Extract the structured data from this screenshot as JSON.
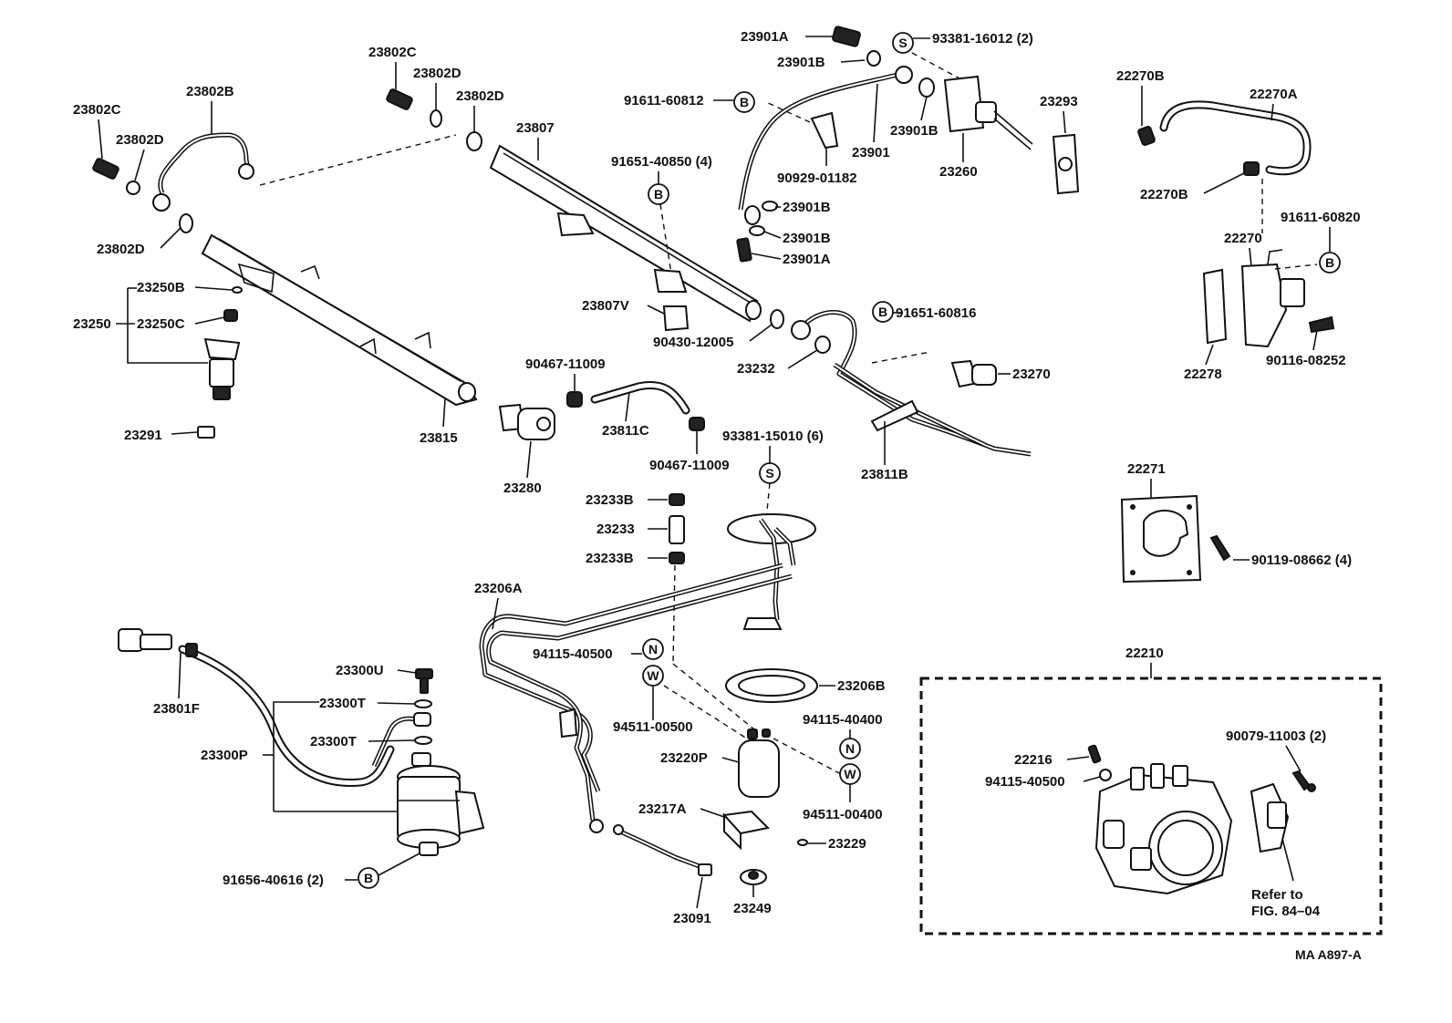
{
  "parts": {
    "p23802C_a": "23802C",
    "p23802D_a": "23802D",
    "p23802B": "23802B",
    "p23802D_b": "23802D",
    "p23802C_b": "23802C",
    "p23802D_c": "23802D",
    "p23802D_d": "23802D",
    "p23807": "23807",
    "p23250B": "23250B",
    "p23250": "23250",
    "p23250C": "23250C",
    "p23291": "23291",
    "p23815": "23815",
    "p23901A_a": "23901A",
    "p93381_16012": "93381-16012 (2)",
    "p23901B_a": "23901B",
    "p91611_60812": "91611-60812",
    "p23901": "23901",
    "p23901B_b": "23901B",
    "p23260": "23260",
    "p23293": "23293",
    "p91651_40850": "91651-40850 (4)",
    "p90929_01182": "90929-01182",
    "p23901B_c": "23901B",
    "p23901B_d": "23901B",
    "p23901A_b": "23901A",
    "p22270B_a": "22270B",
    "p22270A": "22270A",
    "p22270B_b": "22270B",
    "p91611_60820": "91611-60820",
    "p22270": "22270",
    "p22278": "22278",
    "p90116_08252": "90116-08252",
    "p23807V": "23807V",
    "p90430_12005": "90430-12005",
    "p91651_60816": "91651-60816",
    "p23232": "23232",
    "p23270": "23270",
    "p90467_11009_a": "90467-11009",
    "p23811C": "23811C",
    "p90467_11009_b": "90467-11009",
    "p23280": "23280",
    "p93381_15010": "93381-15010 (6)",
    "p23811B": "23811B",
    "p22271": "22271",
    "p90119_08662": "90119-08662 (4)",
    "p23233B_a": "23233B",
    "p23233": "23233",
    "p23233B_b": "23233B",
    "p23206A": "23206A",
    "p94115_40500_a": "94115-40500",
    "p23206B": "23206B",
    "p94511_00500": "94511-00500",
    "p94115_40400": "94115-40400",
    "p23220P": "23220P",
    "p94511_00400": "94511-00400",
    "p23217A": "23217A",
    "p23229": "23229",
    "p23249": "23249",
    "p23091": "23091",
    "p23300U": "23300U",
    "p23300T_a": "23300T",
    "p23300T_b": "23300T",
    "p23300P": "23300P",
    "p23801F": "23801F",
    "p91656_40616": "91656-40616 (2)",
    "p22210": "22210",
    "p22216": "22216",
    "p94115_40500_b": "94115-40500",
    "p90079_11003": "90079-11003 (2)",
    "refer1": "Refer to",
    "refer2": "FIG. 84–04",
    "diagram_id": "MA A897-A"
  },
  "markers": {
    "B": "B",
    "S": "S",
    "N": "N",
    "W": "W"
  }
}
